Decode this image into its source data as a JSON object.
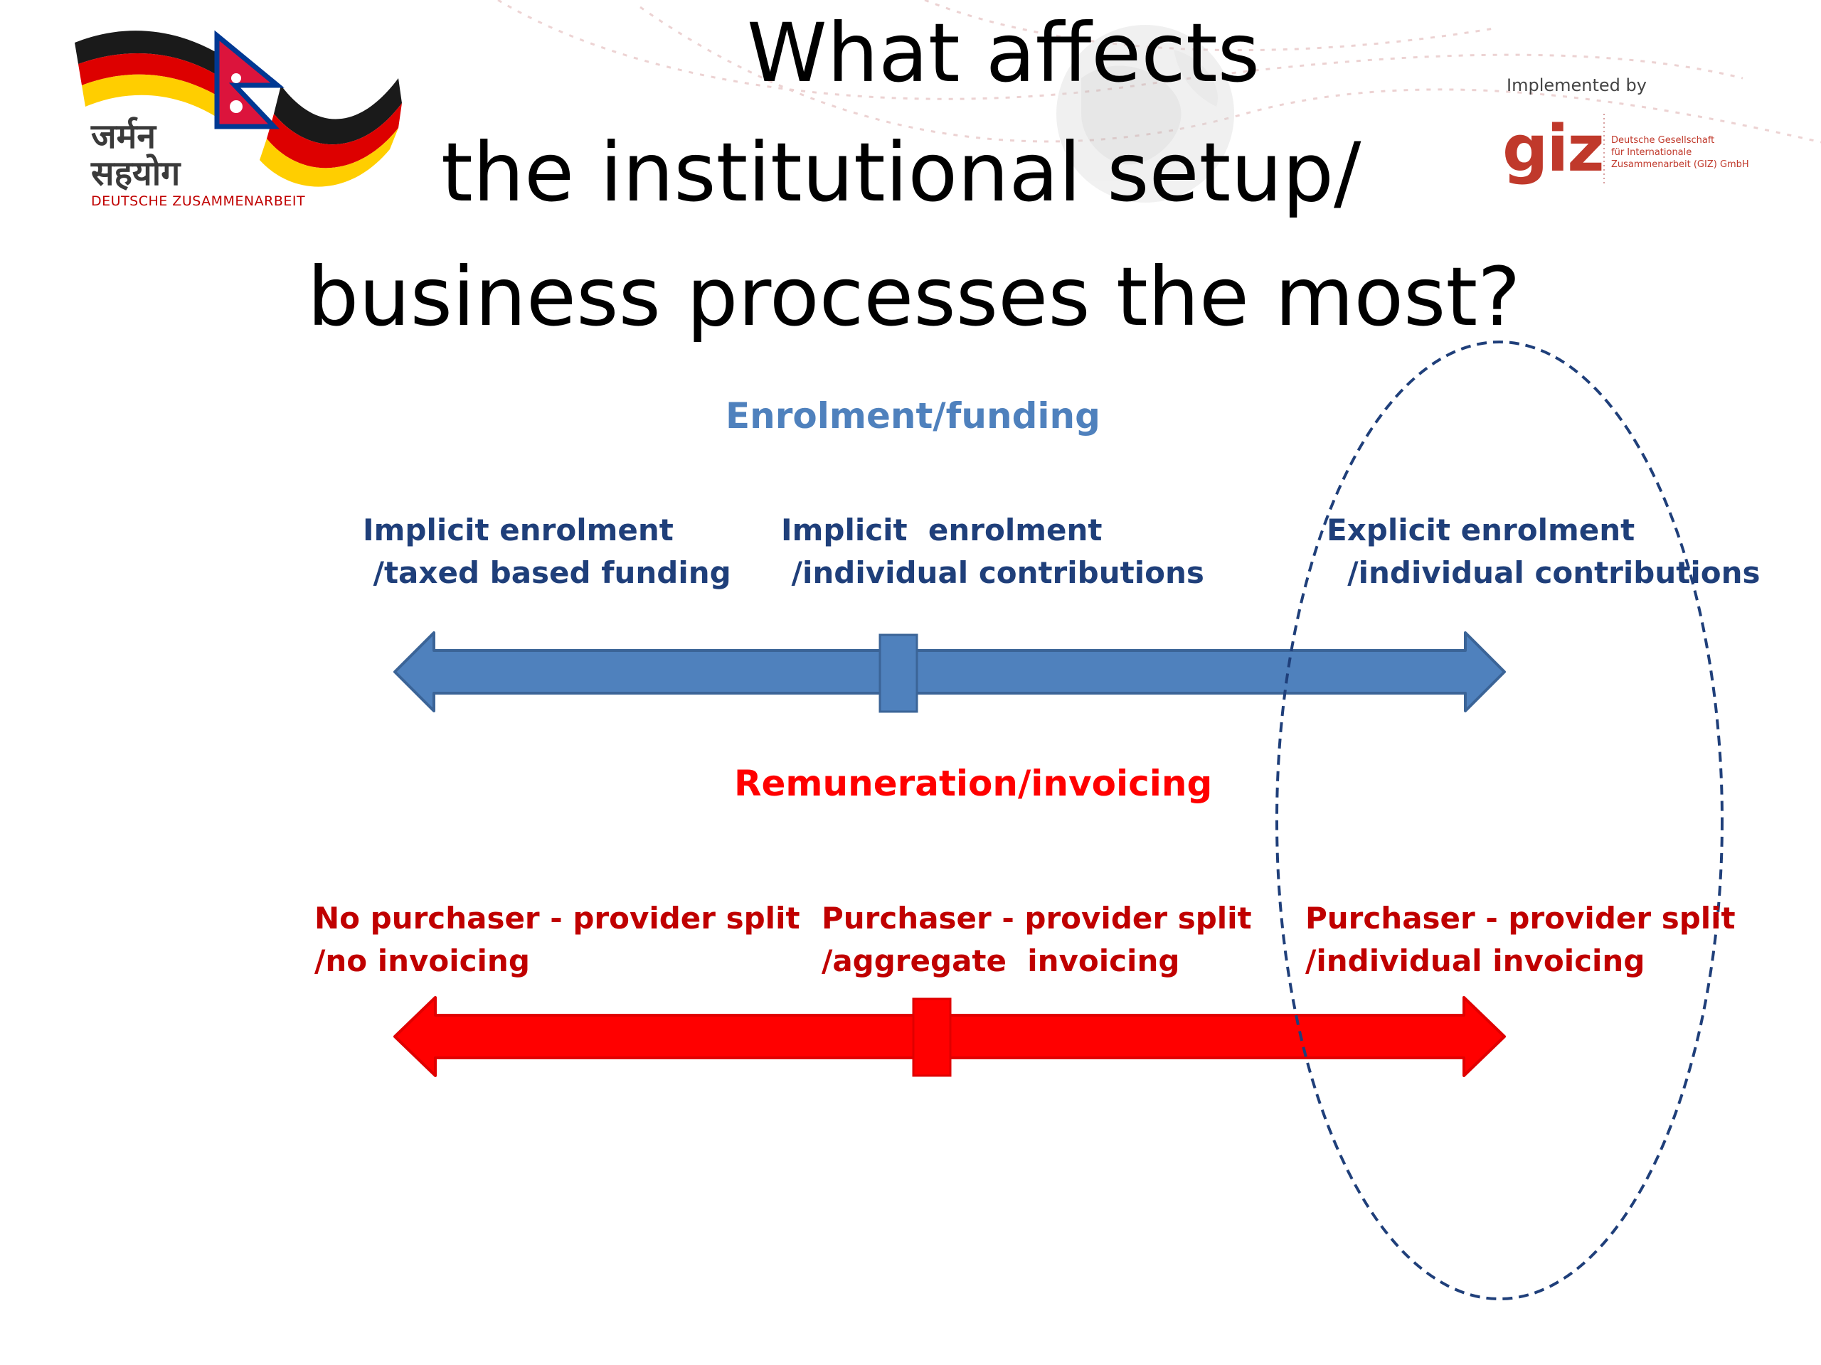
{
  "logos": {
    "left": {
      "line1": "जर्मन",
      "line2": "सहयोग",
      "line3": "DEUTSCHE ZUSAMMENARBEIT"
    },
    "right": {
      "implemented_by": "Implemented by",
      "brand": "giz",
      "org_line1": "Deutsche Gesellschaft",
      "org_line2": "für Internationale",
      "org_line3": "Zusammenarbeit (GIZ) GmbH"
    }
  },
  "title": {
    "line1": "What affects",
    "line2": "the institutional setup/",
    "line3": "business processes the most?"
  },
  "enrolment": {
    "heading": "Enrolment/funding",
    "color": "#4f81bd",
    "label_color": "#1f3f7a",
    "stops": [
      {
        "line1": "Implicit enrolment",
        "line2": " /taxed based funding"
      },
      {
        "line1": "Implicit  enrolment",
        "line2": " /individual contributions"
      },
      {
        "line1": "Explicit enrolment",
        "line2": "  /individual contributions"
      }
    ]
  },
  "remuneration": {
    "heading": "Remuneration/invoicing",
    "color": "#ff0000",
    "label_color": "#c00000",
    "stops": [
      {
        "line1": "No purchaser - provider split",
        "line2": "/no invoicing"
      },
      {
        "line1": "Purchaser - provider split",
        "line2": "/aggregate  invoicing"
      },
      {
        "line1": "Purchaser - provider split",
        "line2": "/individual invoicing"
      }
    ]
  },
  "highlight": {
    "stroke": "#1f3f7a"
  }
}
